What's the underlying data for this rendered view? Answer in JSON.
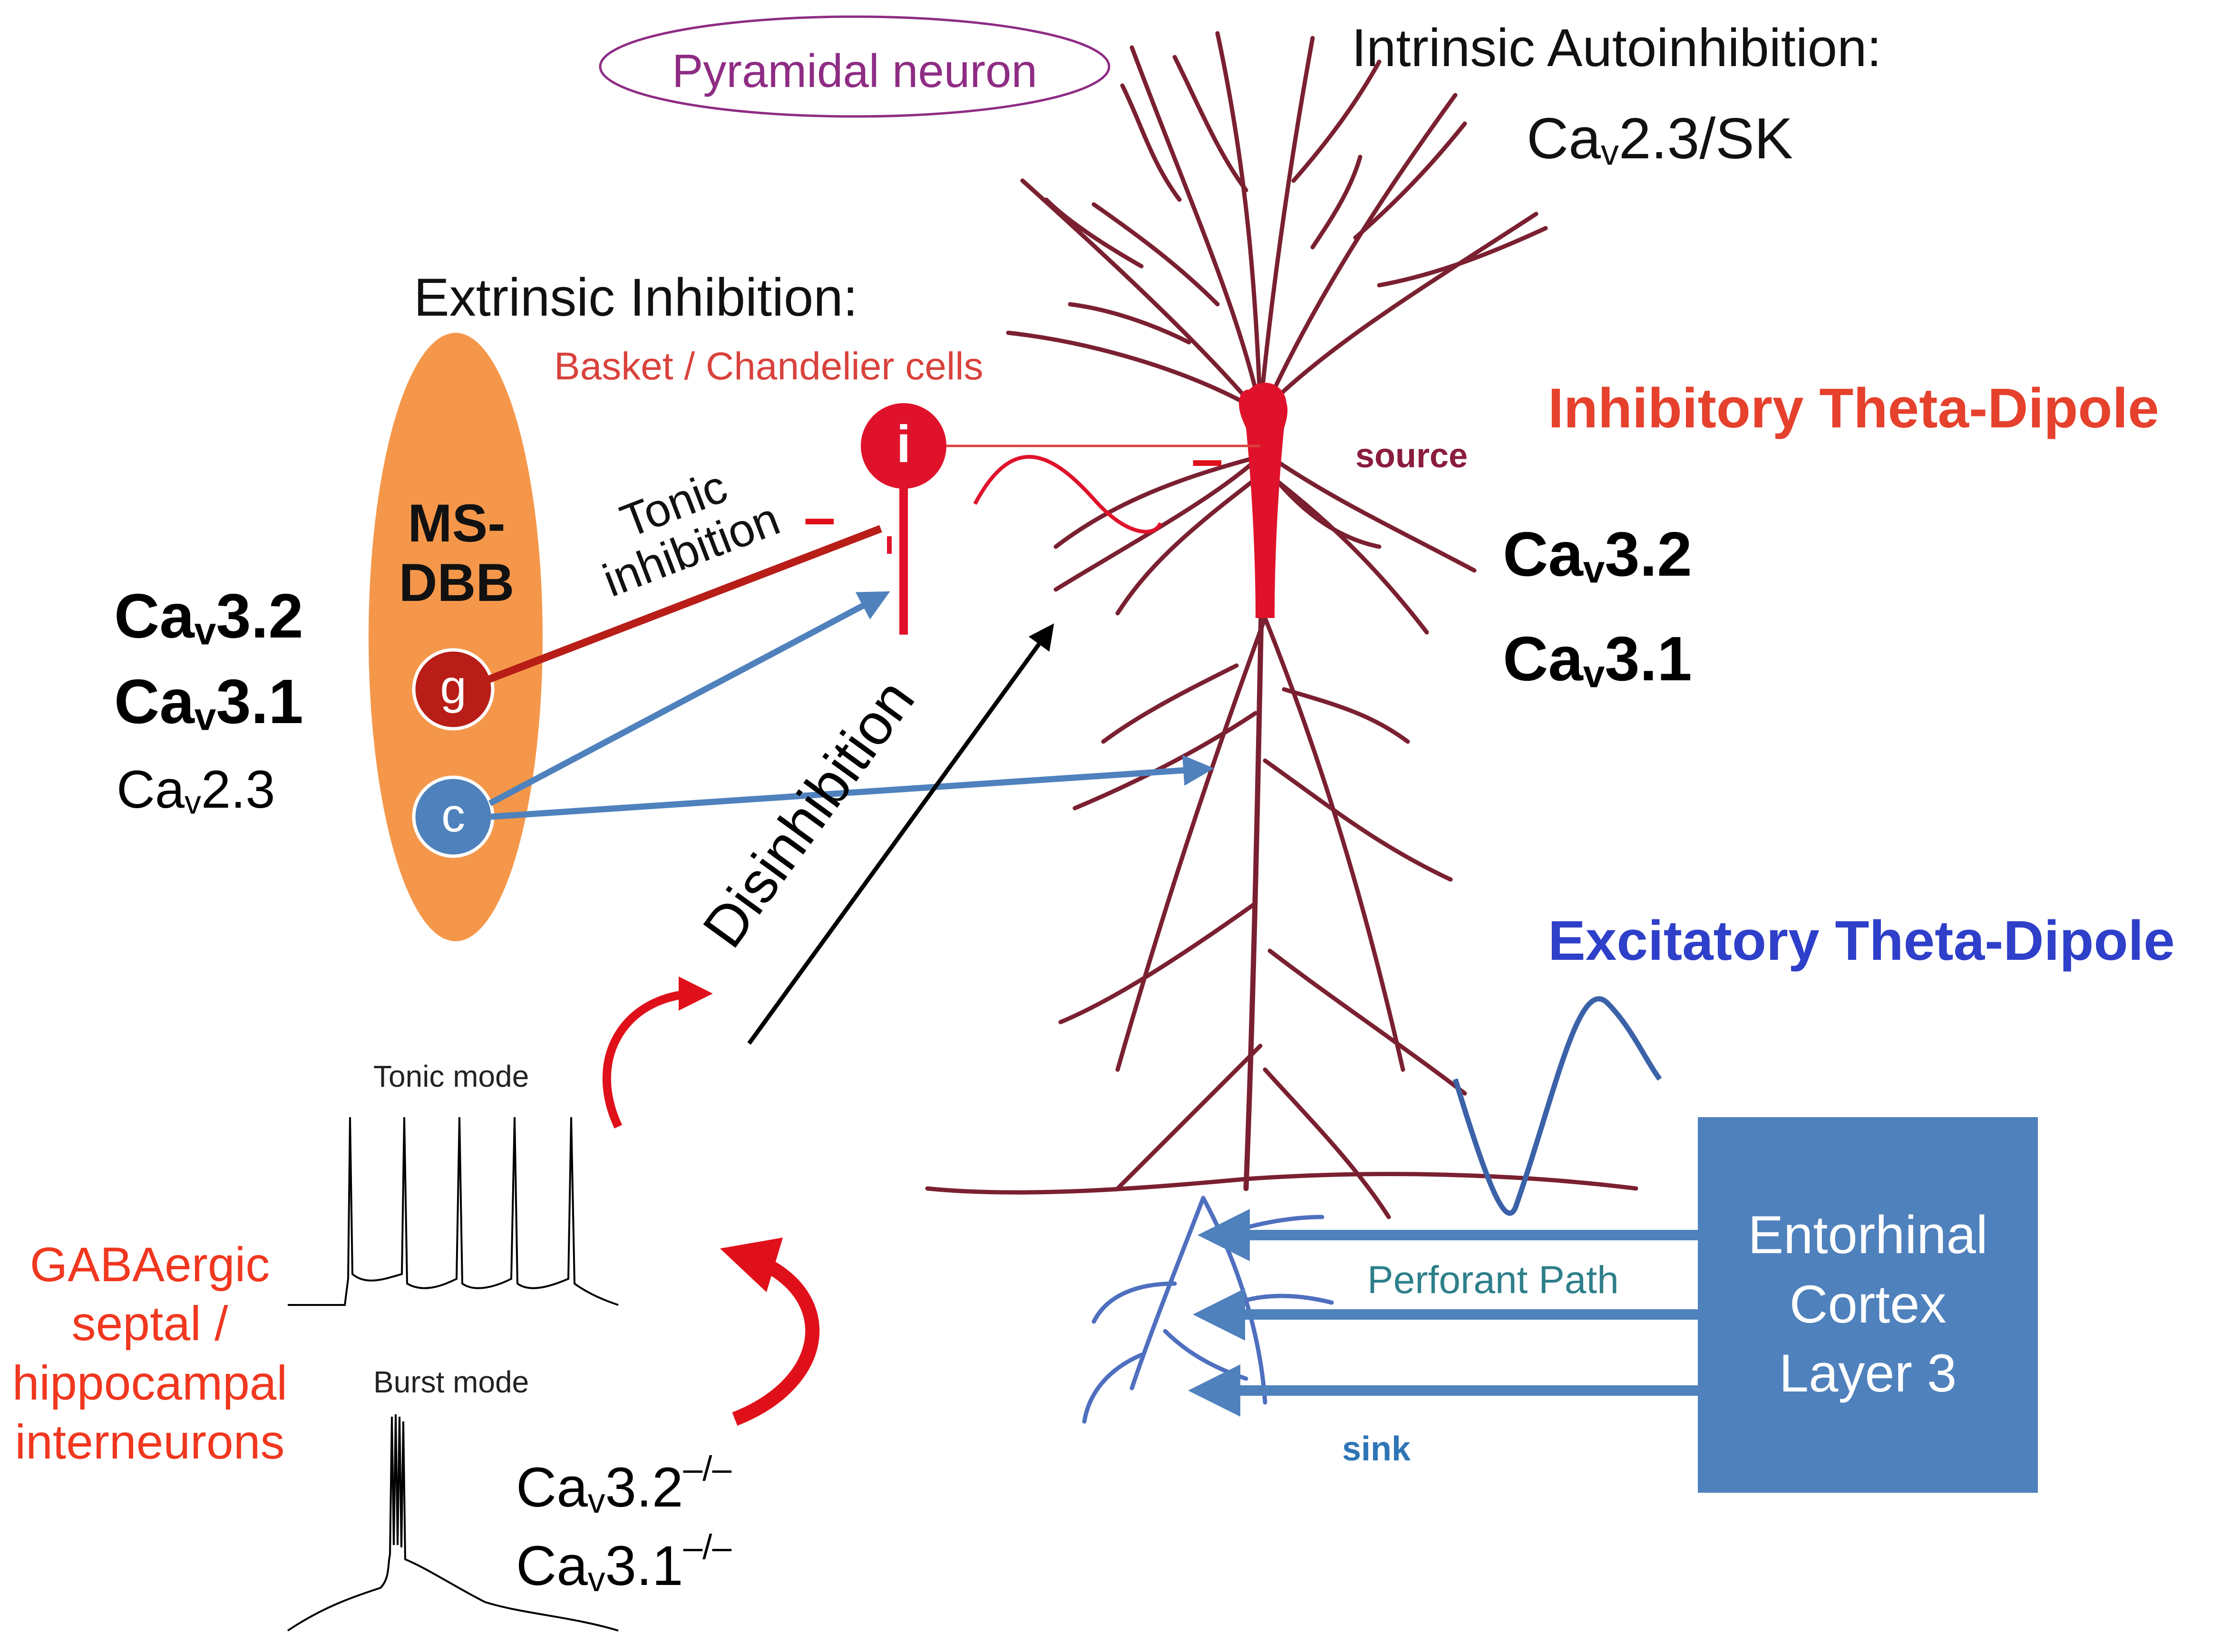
{
  "title": {
    "pyramidal_neuron": "Pyramidal neuron",
    "intrinsic_autoinhibition": "Intrinsic Autoinhibition:",
    "extrinsic_inhibition": "Extrinsic Inhibition:"
  },
  "channels": {
    "cav_base": "Ca",
    "cav_sub": "v",
    "autoinhibition_suffix": "2.3/SK",
    "left_32": "3.2",
    "left_31": "3.1",
    "left_23": "2.3",
    "right_32": "3.2",
    "right_31": "3.1",
    "ko_32": "3.2",
    "ko_31": "3.1",
    "knockout_sup": "–/–"
  },
  "labels": {
    "basket_chandelier": "Basket / Chandelier cells",
    "inhibitory_dipole": "Inhibitory Theta-Dipole",
    "excitatory_dipole": "Excitatory Theta-Dipole",
    "source": "source",
    "sink": "sink",
    "tonic_inhibition_line1": "Tonic",
    "tonic_inhibition_line2": "inhibition",
    "disinhibition": "Disinhibition",
    "perforant_path": "Perforant Path",
    "ms_dbb_line1": "MS-",
    "ms_dbb_line2": "DBB",
    "g_cell": "g",
    "c_cell": "c",
    "interneuron_cell": "i",
    "tonic_mode": "Tonic mode",
    "burst_mode": "Burst mode",
    "gabaergic_line1": "GABAergic",
    "gabaergic_line2": "septal /",
    "gabaergic_line3": "hippocampal",
    "gabaergic_line4": "interneurons",
    "entorhinal_line1": "Entorhinal",
    "entorhinal_line2": "Cortex",
    "entorhinal_line3": "Layer 3",
    "minus": "–"
  },
  "colors": {
    "ms_dbb_fill": "#F5974A",
    "gaba_cell": "#B81D18",
    "cholinergic_cell": "#4F81BD",
    "inhibitory_red": "#E5412D",
    "excitatory_blue": "#2E3FC9",
    "purple": "#8E2C84",
    "source_maroon": "#8A1C3D",
    "perforant_teal": "#2E7F8A",
    "sink_blue": "#2E75B6",
    "neuron_dendrite": "#7A2030",
    "neuron_soma": "#E0122B",
    "entorhinal_box": "#4F81BD",
    "minus_red": "#E0101A"
  }
}
